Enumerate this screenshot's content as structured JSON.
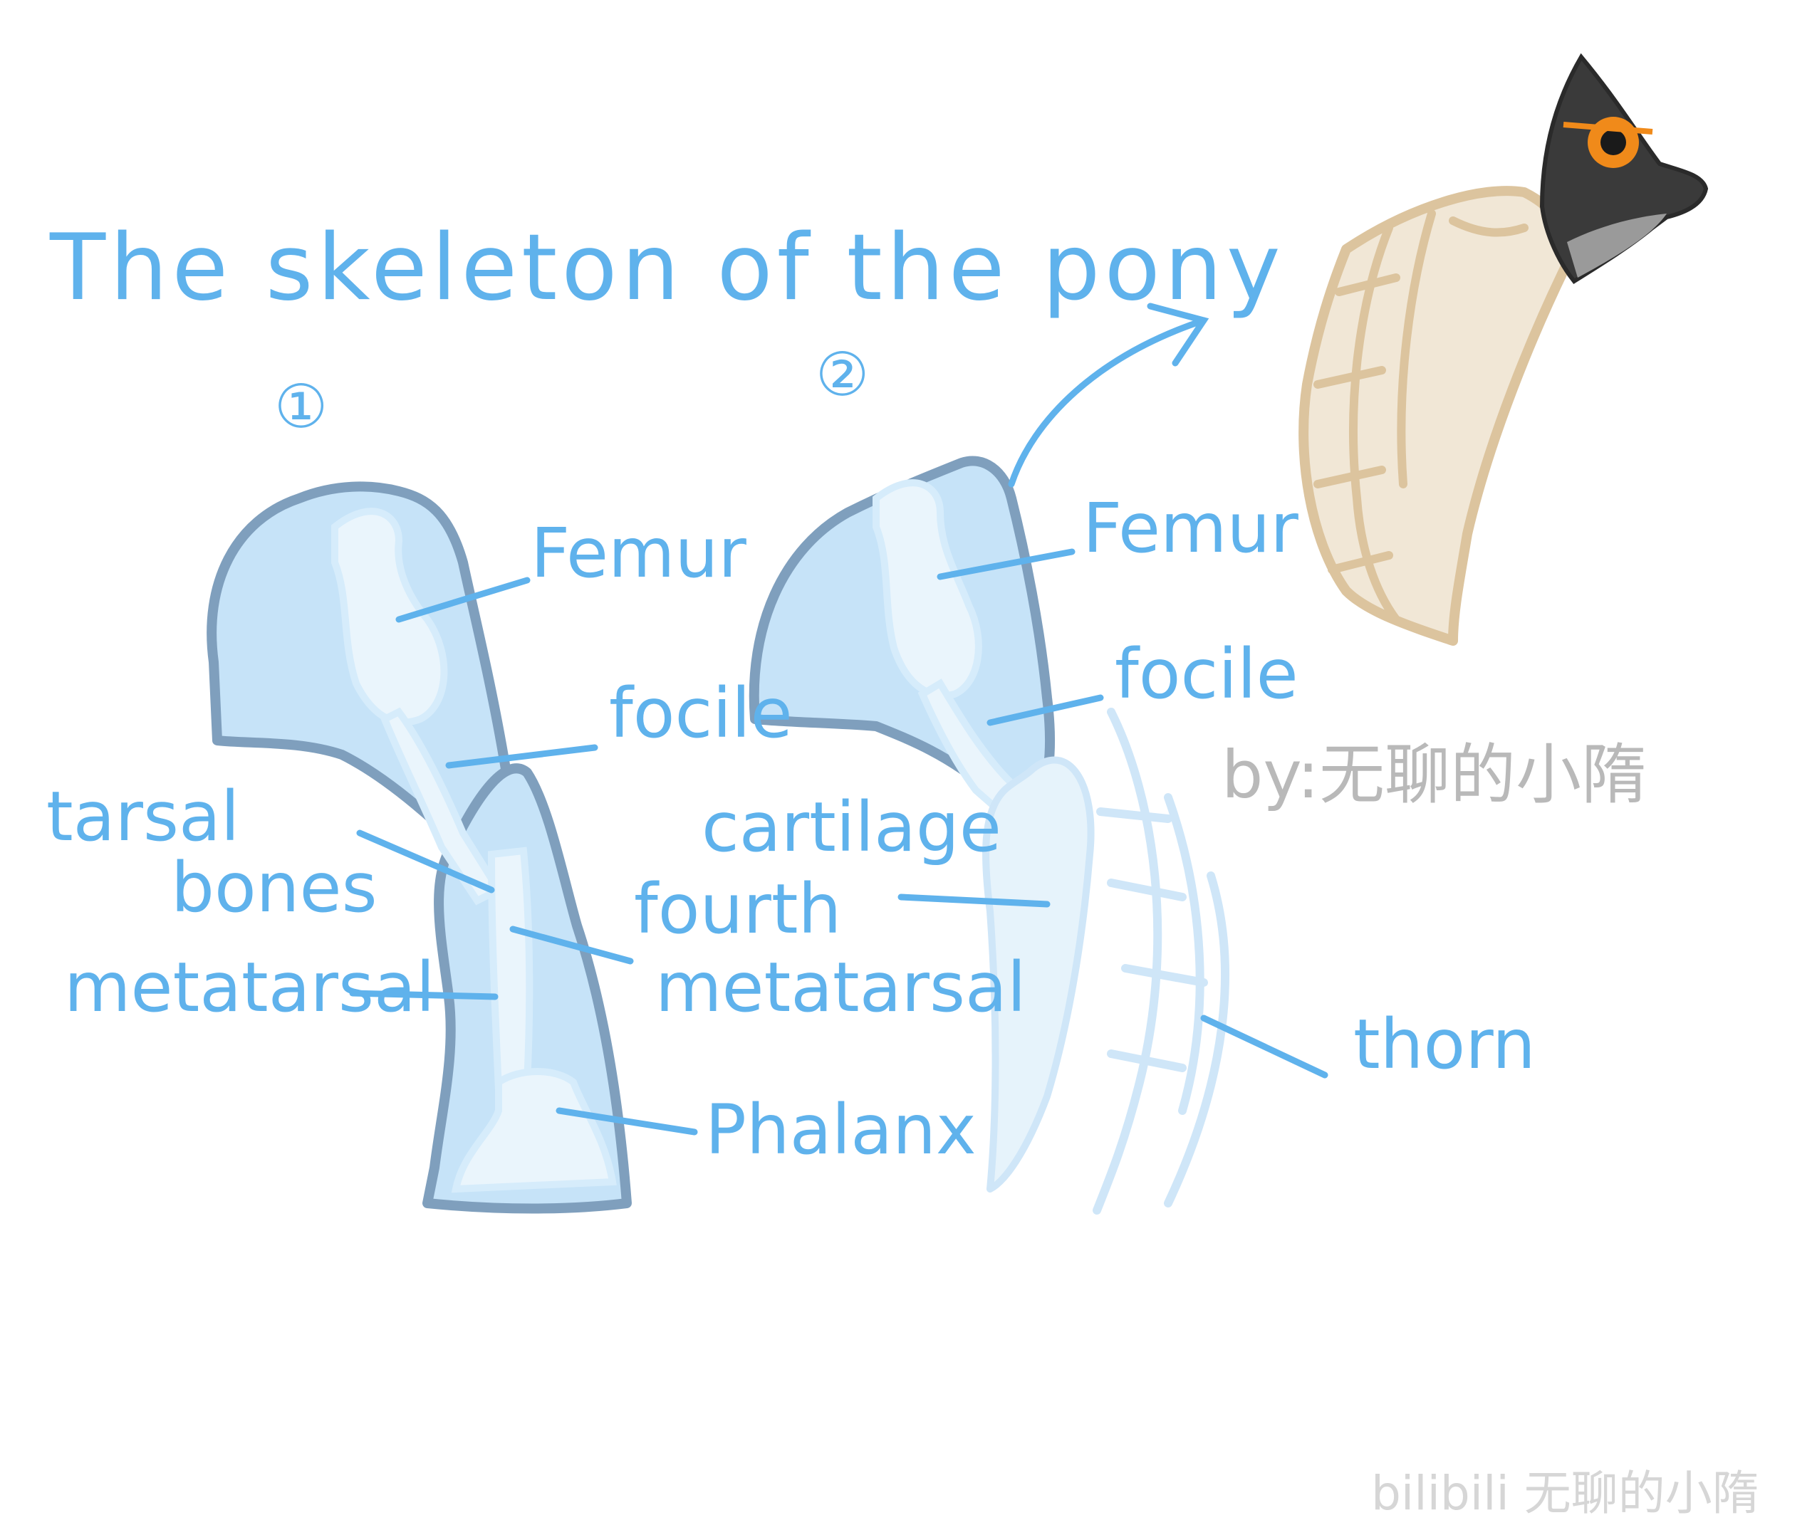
{
  "title": "The skeleton of the pony",
  "figure_numbers": [
    "①",
    "②"
  ],
  "labels": {
    "femur_1": "Femur",
    "focile_1": "focile",
    "tarsal": "tarsal",
    "bones": "bones",
    "metatarsal_1": "metatarsal",
    "fourth": "fourth",
    "metatarsal_2": "metatarsal",
    "phalanx": "Phalanx",
    "femur_2": "Femur",
    "focile_2": "focile",
    "cartilage": "cartilage",
    "thorn": "thorn"
  },
  "credit": "by:无聊的小隋",
  "site_watermark": "bilibili 无聊的小隋",
  "colors": {
    "ink": "#5fb2ec",
    "leg_fill": "#c6e3f8",
    "leg_shadow": "#7f9fbd",
    "bone": "#eaf5fc",
    "horn_tan": "#dcc49e",
    "horn_cream": "#f1e7d6",
    "helmet_dark": "#3a3a3a",
    "eye_orange": "#f08a1a"
  }
}
